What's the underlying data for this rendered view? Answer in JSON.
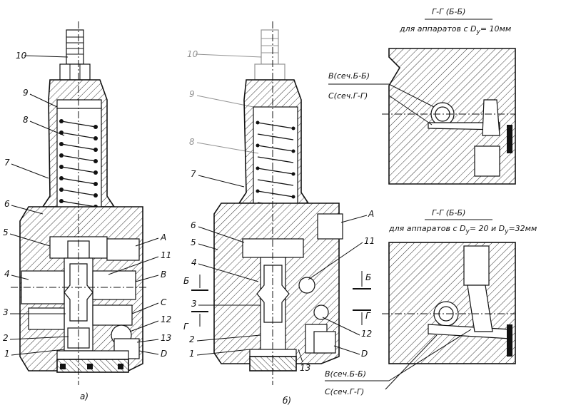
{
  "views": {
    "a": {
      "caption": "а)",
      "callouts": [
        "10",
        "9",
        "8",
        "7",
        "6",
        "5",
        "4",
        "3",
        "2",
        "1"
      ],
      "port_labels": [
        "A",
        "11",
        "B",
        "C",
        "12",
        "13",
        "D"
      ]
    },
    "b": {
      "caption": "б)",
      "callouts": [
        "10",
        "9",
        "8",
        "7",
        "6",
        "5",
        "4",
        "3",
        "2",
        "1"
      ],
      "port_labels": [
        "A",
        "11",
        "12",
        "D",
        "13"
      ],
      "section_labels": [
        "Б",
        "Г",
        "Б",
        "Г"
      ]
    }
  },
  "section_top": {
    "title": "Г-Г (Б-Б)",
    "subtitle_prefix": "для аппаратов с D",
    "subtitle_sub": "у",
    "subtitle_suffix": "= 10мм",
    "label_b": "В(сеч.Б-Б)",
    "label_c": "С(сеч.Г-Г)"
  },
  "section_bottom": {
    "title": "Г-Г (Б-Б)",
    "subtitle_prefix": "для аппаратов с D",
    "subtitle_sub1": "у",
    "subtitle_mid": "= 20 и D",
    "subtitle_sub2": "у",
    "subtitle_suffix": "=32мм",
    "label_b": "В(сеч.Б-Б)",
    "label_c": "С(сеч.Г-Г)"
  }
}
